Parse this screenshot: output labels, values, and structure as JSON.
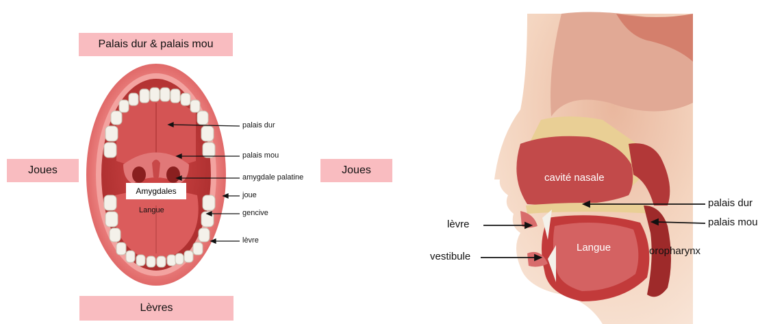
{
  "left_panel": {
    "top_box": "Palais dur & palais mou",
    "bottom_box": "Lèvres",
    "side_left_box": "Joues",
    "side_right_box": "Joues",
    "inner_labels": {
      "amygdales": "Amygdales",
      "langue": "Langue"
    },
    "labels": [
      "palais dur",
      "palais mou",
      "amygdale palatine",
      "joue",
      "gencive",
      "lèvre"
    ]
  },
  "right_panel": {
    "cavite_nasale": "cavité nasale",
    "langue": "Langue",
    "oropharynx": "oropharynx",
    "palais_dur": "palais dur",
    "palais_mou": "palais mou",
    "levre": "lèvre",
    "vestibule": "vestibule"
  },
  "colors": {
    "label_box": "#f9bcc0",
    "mouth_lip": "#e86a6a",
    "mouth_inner": "#c43a3a",
    "tongue": "#d65454",
    "tooth": "#f4f1ea",
    "skin": "#f2c7a6",
    "bone": "#e9cf95"
  }
}
